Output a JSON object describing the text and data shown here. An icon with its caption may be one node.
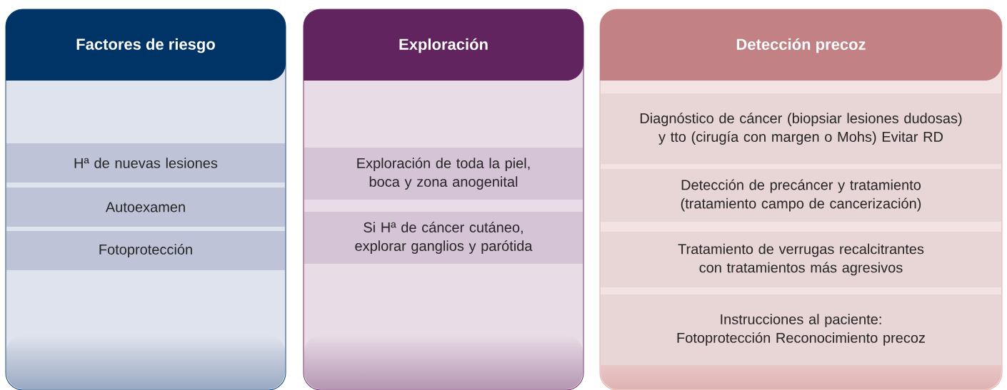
{
  "diagram": {
    "nodes": [
      {
        "text": [
          "Factores de riesgo"
        ]
      },
      {
        "text": [
          "Hª de nuevas lesiones"
        ],
        "in": 0
      },
      {
        "text": [
          "Autoexamen"
        ],
        "in": 0
      },
      {
        "text": [
          "Fotoprotección"
        ],
        "in": 0
      },
      {
        "text": [
          "Exploración"
        ]
      },
      {
        "text": [
          "Exploración de toda la piel, boca y zona anogenital"
        ],
        "in": 4
      },
      {
        "text": [
          "Si Hª de cáncer cutáneo, explorar ganglios y parótida"
        ],
        "in": 4
      },
      {
        "text": [
          "Detección precoz"
        ]
      },
      {
        "text": [
          "Diagnóstico de cáncer (biopsiar lesiones dudosas) y tto (cirugía con margen o Mohs) Evitar RD"
        ],
        "in": 7
      },
      {
        "text": [
          "Detección de precáncer y tratamiento (tratamiento campo de cancerización)"
        ],
        "in": 7
      },
      {
        "text": [
          "Tratamiento de verrugas recalcitrantes con tratamientos más agresivos"
        ],
        "in": 7
      },
      {
        "text": [
          "Instrucciones al paciente: Fotoprotección Reconocimiento precoz"
        ],
        "in": 7
      }
    ]
  }
}
